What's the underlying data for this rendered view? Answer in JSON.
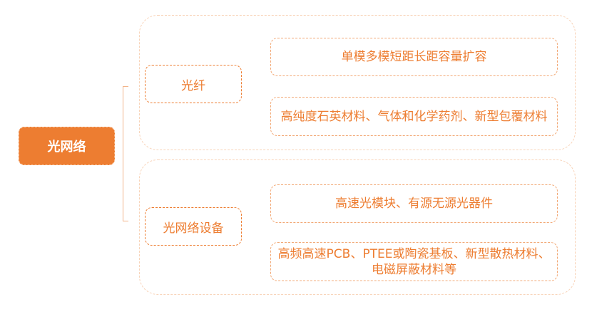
{
  "diagram": {
    "root": {
      "label": "光网络"
    },
    "colors": {
      "accent": "#ED7D31",
      "leaf_border": "#f2a875",
      "group_border": "#f8d3b8"
    },
    "groups": [
      {
        "label": "光纤",
        "items": [
          "单模多模短距长距容量扩容",
          "高纯度石英材料、气体和化学药剂、新型包覆材料"
        ]
      },
      {
        "label": "光网络设备",
        "items": [
          "高速光模块、有源无源光器件",
          "高频高速PCB、PTEE或陶瓷基板、新型散热材料、电磁屏蔽材料等"
        ]
      }
    ]
  }
}
